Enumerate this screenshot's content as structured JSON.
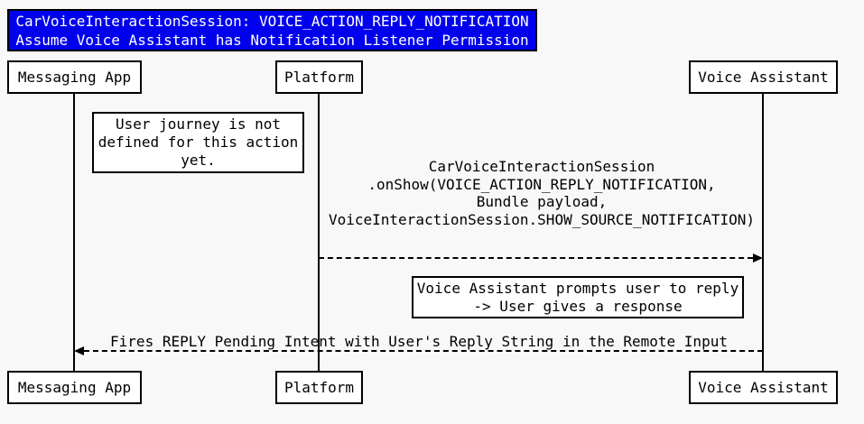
{
  "colors": {
    "background": "#f8f8f8",
    "title_bg": "#0000ee",
    "title_text": "#ffffff",
    "box_bg": "#ffffff",
    "line": "#000000"
  },
  "title": {
    "lines": [
      "CarVoiceInteractionSession: VOICE_ACTION_REPLY_NOTIFICATION",
      "Assume Voice Assistant has Notification Listener Permission"
    ]
  },
  "actors": [
    {
      "label": "Messaging App"
    },
    {
      "label": "Platform"
    },
    {
      "label": "Voice Assistant"
    }
  ],
  "notes": [
    {
      "lines": [
        "User journey is not",
        "defined for this action",
        "yet."
      ]
    },
    {
      "lines": [
        "Voice Assistant prompts user to reply",
        "-> User gives a response"
      ]
    }
  ],
  "messages": [
    {
      "from": "Platform",
      "to": "Voice Assistant",
      "line_style": "dashed",
      "lines": [
        "CarVoiceInteractionSession",
        ".onShow(VOICE_ACTION_REPLY_NOTIFICATION,",
        "Bundle payload,",
        "VoiceInteractionSession.SHOW_SOURCE_NOTIFICATION)"
      ]
    },
    {
      "from": "Voice Assistant",
      "to": "Messaging App",
      "line_style": "dashed",
      "lines": [
        "Fires REPLY Pending Intent with User's Reply String in the Remote Input"
      ]
    }
  ]
}
